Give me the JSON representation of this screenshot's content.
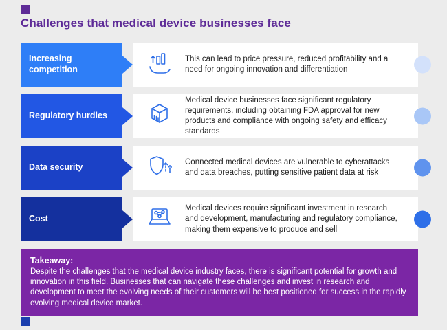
{
  "decor": {
    "top_square_color": "#5e2b97",
    "bottom_square_color": "#1b3fae"
  },
  "header": {
    "title": "Challenges that medical device businesses face",
    "title_color": "#5e2b97"
  },
  "rows": [
    {
      "label": "Increasing competition",
      "icon": "hand-bar-chart-icon",
      "text": "This can lead to price pressure, reduced profitability and a need for ongoing innovation and differentiation",
      "label_color": "#2e7ef7",
      "dot_color": "#d3e1fb"
    },
    {
      "label": "Regulatory hurdles",
      "icon": "cube-chart-icon",
      "text": "Medical device businesses face significant regulatory requirements, including obtaining FDA approval for new products and compliance with ongoing safety and efficacy standards",
      "label_color": "#2257e4",
      "dot_color": "#a9c7f7"
    },
    {
      "label": "Data security",
      "icon": "shield-sync-icon",
      "text": "Connected medical devices are vulnerable to cyberattacks and data breaches, putting sensitive patient data at risk",
      "label_color": "#1b41c6",
      "dot_color": "#5f93ee"
    },
    {
      "label": "Cost",
      "icon": "laptop-network-icon",
      "text": "Medical devices require significant investment in research and development, manufacturing and regulatory compliance, making them expensive to produce and sell",
      "label_color": "#14309e",
      "dot_color": "#2e6fe8"
    }
  ],
  "takeaway": {
    "heading": "Takeaway:",
    "body": "Despite the challenges that the medical device industry faces, there is significant potential for growth and innovation in this field. Businesses that can navigate these challenges and invest in research and development to meet the evolving needs of their customers will be best positioned for success in the rapidly evolving medical device market.",
    "background_color": "#7b26a5"
  }
}
